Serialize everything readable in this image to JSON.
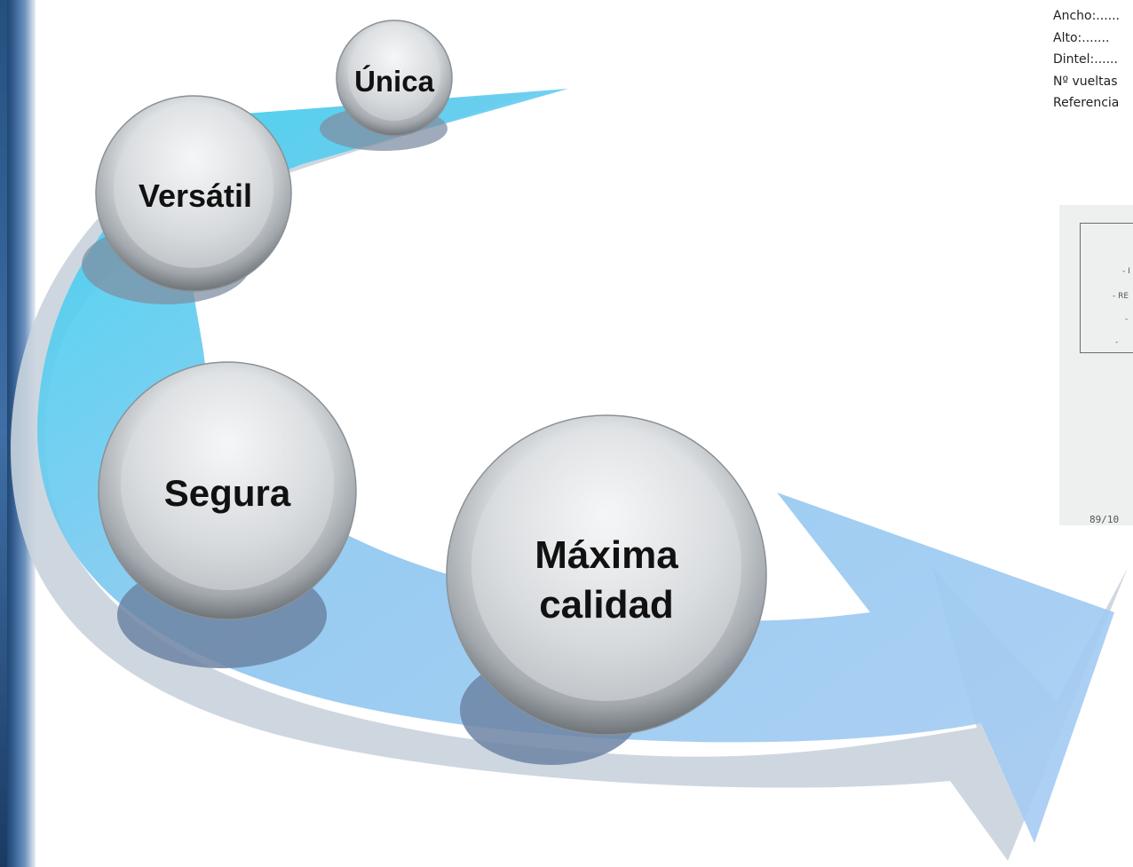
{
  "bubbles": {
    "unica": "Única",
    "versatil": "Versátil",
    "segura": "Segura",
    "maxima_line1": "Máxima",
    "maxima_line2": "calidad"
  },
  "spec_list": {
    "ancho": "Ancho:......",
    "alto": "Alto:.......",
    "dintel": "Dintel:......",
    "vueltas": "Nº vueltas",
    "referencia": "Referencia"
  },
  "label_image": {
    "line1": "- I",
    "line2": "- RE",
    "line3": "- ",
    "line4": "- ",
    "code": "89/10"
  },
  "colors": {
    "arrow_blue": "#9ecbf0",
    "arrow_cyan": "#3fd2ef",
    "shadow_grey": "#c9d3dd",
    "bubble_shadow": "#7f8fa3"
  }
}
